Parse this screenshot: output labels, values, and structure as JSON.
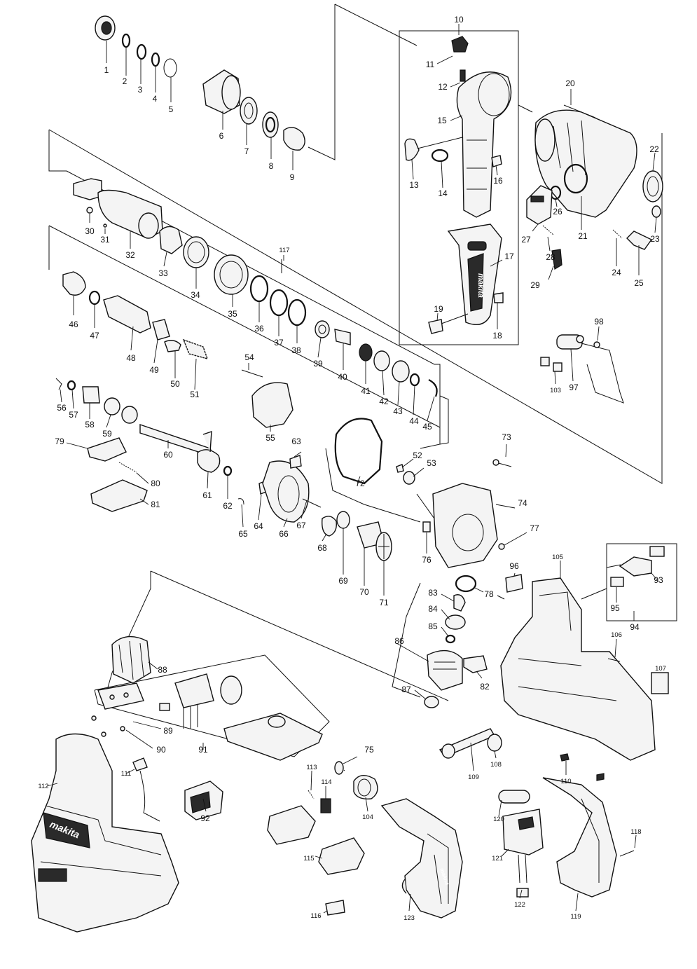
{
  "brand_marks": [
    "makita",
    "makita",
    "makita"
  ],
  "labels": [
    {
      "id": "p1",
      "text": "1"
    },
    {
      "id": "p2",
      "text": "2"
    },
    {
      "id": "p3",
      "text": "3"
    },
    {
      "id": "p4",
      "text": "4"
    },
    {
      "id": "p5",
      "text": "5"
    },
    {
      "id": "p6",
      "text": "6"
    },
    {
      "id": "p7",
      "text": "7"
    },
    {
      "id": "p8",
      "text": "8"
    },
    {
      "id": "p9",
      "text": "9"
    },
    {
      "id": "p10",
      "text": "10"
    },
    {
      "id": "p11",
      "text": "11"
    },
    {
      "id": "p12",
      "text": "12"
    },
    {
      "id": "p13",
      "text": "13"
    },
    {
      "id": "p14",
      "text": "14"
    },
    {
      "id": "p15",
      "text": "15"
    },
    {
      "id": "p16",
      "text": "16"
    },
    {
      "id": "p17",
      "text": "17"
    },
    {
      "id": "p18",
      "text": "18"
    },
    {
      "id": "p19",
      "text": "19"
    },
    {
      "id": "p20",
      "text": "20"
    },
    {
      "id": "p21",
      "text": "21"
    },
    {
      "id": "p22",
      "text": "22"
    },
    {
      "id": "p23",
      "text": "23"
    },
    {
      "id": "p24",
      "text": "24"
    },
    {
      "id": "p25",
      "text": "25"
    },
    {
      "id": "p26",
      "text": "26"
    },
    {
      "id": "p27",
      "text": "27"
    },
    {
      "id": "p28",
      "text": "28"
    },
    {
      "id": "p29",
      "text": "29"
    },
    {
      "id": "p30",
      "text": "30"
    },
    {
      "id": "p31",
      "text": "31"
    },
    {
      "id": "p32",
      "text": "32"
    },
    {
      "id": "p33",
      "text": "33"
    },
    {
      "id": "p34",
      "text": "34"
    },
    {
      "id": "p35",
      "text": "35"
    },
    {
      "id": "p36",
      "text": "36"
    },
    {
      "id": "p37",
      "text": "37"
    },
    {
      "id": "p38",
      "text": "38"
    },
    {
      "id": "p39",
      "text": "39"
    },
    {
      "id": "p40",
      "text": "40"
    },
    {
      "id": "p41",
      "text": "41"
    },
    {
      "id": "p42",
      "text": "42"
    },
    {
      "id": "p43",
      "text": "43"
    },
    {
      "id": "p44",
      "text": "44"
    },
    {
      "id": "p45",
      "text": "45"
    },
    {
      "id": "p46",
      "text": "46"
    },
    {
      "id": "p47",
      "text": "47"
    },
    {
      "id": "p48",
      "text": "48"
    },
    {
      "id": "p49",
      "text": "49"
    },
    {
      "id": "p50",
      "text": "50"
    },
    {
      "id": "p51",
      "text": "51"
    },
    {
      "id": "p52",
      "text": "52"
    },
    {
      "id": "p53",
      "text": "53"
    },
    {
      "id": "p54",
      "text": "54"
    },
    {
      "id": "p55",
      "text": "55"
    },
    {
      "id": "p56",
      "text": "56"
    },
    {
      "id": "p57",
      "text": "57"
    },
    {
      "id": "p58",
      "text": "58"
    },
    {
      "id": "p59",
      "text": "59"
    },
    {
      "id": "p60",
      "text": "60"
    },
    {
      "id": "p61",
      "text": "61"
    },
    {
      "id": "p62",
      "text": "62"
    },
    {
      "id": "p63",
      "text": "63"
    },
    {
      "id": "p64",
      "text": "64"
    },
    {
      "id": "p65",
      "text": "65"
    },
    {
      "id": "p66",
      "text": "66"
    },
    {
      "id": "p67",
      "text": "67"
    },
    {
      "id": "p68",
      "text": "68"
    },
    {
      "id": "p69",
      "text": "69"
    },
    {
      "id": "p70",
      "text": "70"
    },
    {
      "id": "p71",
      "text": "71"
    },
    {
      "id": "p72",
      "text": "72"
    },
    {
      "id": "p73",
      "text": "73"
    },
    {
      "id": "p74",
      "text": "74"
    },
    {
      "id": "p75",
      "text": "75"
    },
    {
      "id": "p76",
      "text": "76"
    },
    {
      "id": "p77",
      "text": "77"
    },
    {
      "id": "p78",
      "text": "78"
    },
    {
      "id": "p79",
      "text": "79"
    },
    {
      "id": "p80",
      "text": "80"
    },
    {
      "id": "p81",
      "text": "81"
    },
    {
      "id": "p82",
      "text": "82"
    },
    {
      "id": "p83",
      "text": "83"
    },
    {
      "id": "p84",
      "text": "84"
    },
    {
      "id": "p85",
      "text": "85"
    },
    {
      "id": "p86",
      "text": "86"
    },
    {
      "id": "p87",
      "text": "87"
    },
    {
      "id": "p88",
      "text": "88"
    },
    {
      "id": "p89",
      "text": "89"
    },
    {
      "id": "p90",
      "text": "90"
    },
    {
      "id": "p91",
      "text": "91"
    },
    {
      "id": "p92",
      "text": "92"
    },
    {
      "id": "p93",
      "text": "93"
    },
    {
      "id": "p94",
      "text": "94"
    },
    {
      "id": "p95",
      "text": "95"
    },
    {
      "id": "p96",
      "text": "96"
    },
    {
      "id": "p97",
      "text": "97"
    },
    {
      "id": "p98",
      "text": "98"
    },
    {
      "id": "p103",
      "text": "103"
    },
    {
      "id": "p104",
      "text": "104"
    },
    {
      "id": "p105",
      "text": "105"
    },
    {
      "id": "p106",
      "text": "106"
    },
    {
      "id": "p107",
      "text": "107"
    },
    {
      "id": "p108",
      "text": "108"
    },
    {
      "id": "p109",
      "text": "109"
    },
    {
      "id": "p110",
      "text": "110"
    },
    {
      "id": "p111",
      "text": "111"
    },
    {
      "id": "p112",
      "text": "112"
    },
    {
      "id": "p113",
      "text": "113"
    },
    {
      "id": "p114",
      "text": "114"
    },
    {
      "id": "p115",
      "text": "115"
    },
    {
      "id": "p116",
      "text": "116"
    },
    {
      "id": "p117",
      "text": "117"
    },
    {
      "id": "p118",
      "text": "118"
    },
    {
      "id": "p119",
      "text": "119"
    },
    {
      "id": "p120",
      "text": "120"
    },
    {
      "id": "p121",
      "text": "121"
    },
    {
      "id": "p122",
      "text": "122"
    },
    {
      "id": "p123",
      "text": "123"
    }
  ]
}
